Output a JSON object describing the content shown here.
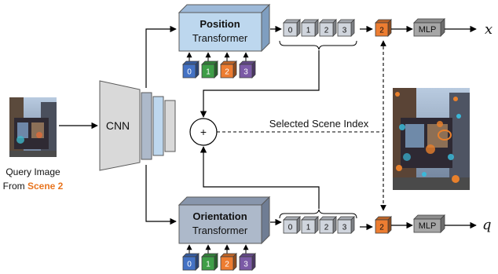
{
  "query": {
    "caption_line1": "Query Image",
    "caption_line2_prefix": "From",
    "caption_line2_highlight": "Scene 2",
    "highlight_color": "#E8741E"
  },
  "cnn": {
    "label": "CNN"
  },
  "position_transformer": {
    "title": "Position",
    "subtitle": "Transformer",
    "color": "#BDD7EE"
  },
  "orientation_transformer": {
    "title": "Orientation",
    "subtitle": "Transformer",
    "color": "#ADB9CA"
  },
  "scene_tokens": [
    {
      "label": "0",
      "color": "#4472C4"
    },
    {
      "label": "1",
      "color": "#3E9E47"
    },
    {
      "label": "2",
      "color": "#ED7D31"
    },
    {
      "label": "3",
      "color": "#7B5AA6"
    }
  ],
  "output_tokens": [
    "0",
    "1",
    "2",
    "3"
  ],
  "selected_token": {
    "label": "2",
    "color": "#ED7D31"
  },
  "mlp": {
    "label": "MLP",
    "color": "#A6A6A6"
  },
  "outputs": {
    "position": "x",
    "orientation": "q"
  },
  "combine": {
    "symbol": "+"
  },
  "selected_scene_index": {
    "label": "Selected Scene Index"
  }
}
